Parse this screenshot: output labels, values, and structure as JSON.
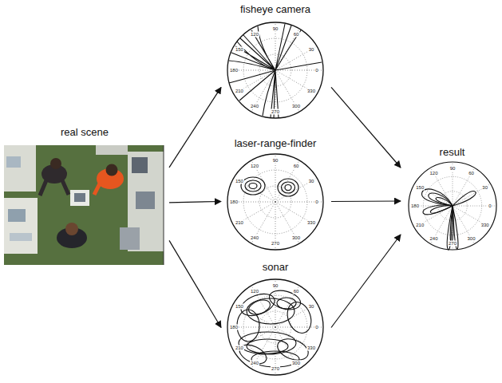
{
  "diagram": {
    "nodes": [
      {
        "text": [
          "real scene"
        ]
      },
      {
        "text": [
          "fisheye camera"
        ]
      },
      {
        "text": [
          "laser-range-finder"
        ]
      },
      {
        "text": [
          "sonar"
        ]
      },
      {
        "text": [
          "result"
        ]
      }
    ],
    "edges": [
      {
        "from": 0,
        "to": 1,
        "arrow": "to"
      },
      {
        "from": 0,
        "to": 2,
        "arrow": "to"
      },
      {
        "from": 0,
        "to": 3,
        "arrow": "to"
      },
      {
        "from": 1,
        "to": 4,
        "arrow": "to"
      },
      {
        "from": 2,
        "to": 4,
        "arrow": "to"
      },
      {
        "from": 3,
        "to": 4,
        "arrow": "to"
      }
    ],
    "labels": [
      "90",
      "60",
      "30",
      "0",
      "330",
      "300",
      "270",
      "240",
      "210",
      "180",
      "150",
      "120",
      "90",
      "60",
      "30",
      "0",
      "330",
      "300",
      "270",
      "240",
      "210",
      "180",
      "150",
      "120",
      "90",
      "60",
      "30",
      "0",
      "330",
      "300",
      "270",
      "240",
      "210",
      "180",
      "150",
      "120",
      "90",
      "60",
      "30",
      "0",
      "330",
      "300",
      "270",
      "240",
      "210",
      "180",
      "150",
      "120"
    ]
  }
}
